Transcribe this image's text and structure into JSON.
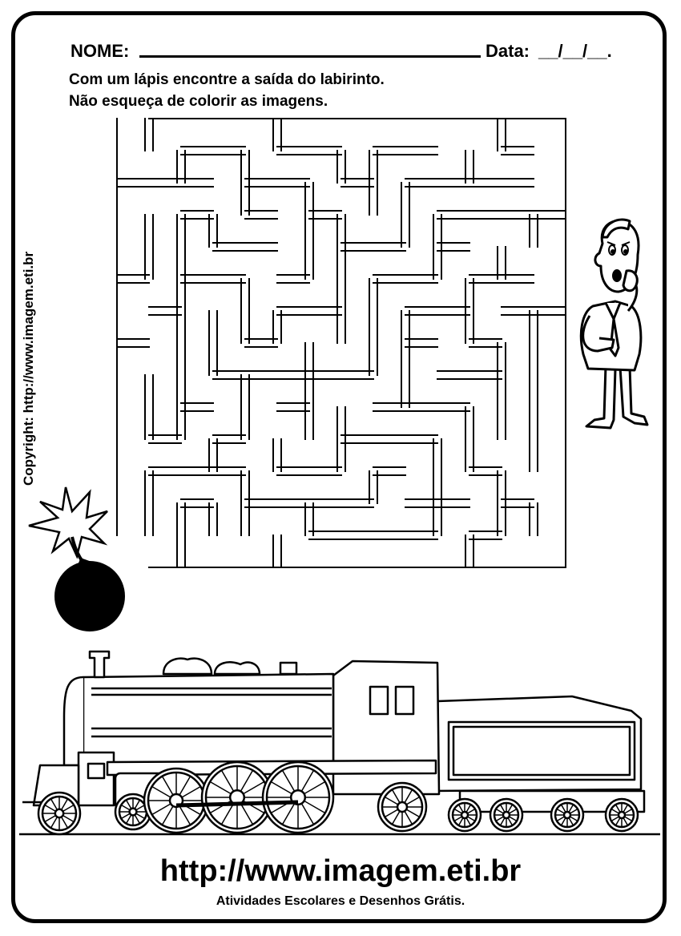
{
  "header": {
    "name_label": "NOME:",
    "date_label": "Data:",
    "date_blank": "__/__/__."
  },
  "instructions": {
    "line1": "Com um lápis encontre a saída do labirinto.",
    "line2": "Não esqueça de colorir as imagens."
  },
  "copyright": "Copyright:  http://www.imagem.eti.br",
  "footer": {
    "url": "http://www.imagem.eti.br",
    "tagline": "Atividades Escolares e Desenhos Grátis."
  },
  "illustrations": {
    "maze": "maze-icon",
    "character": "worried-man-icon",
    "bomb": "bomb-icon",
    "train": "steam-locomotive-icon"
  }
}
